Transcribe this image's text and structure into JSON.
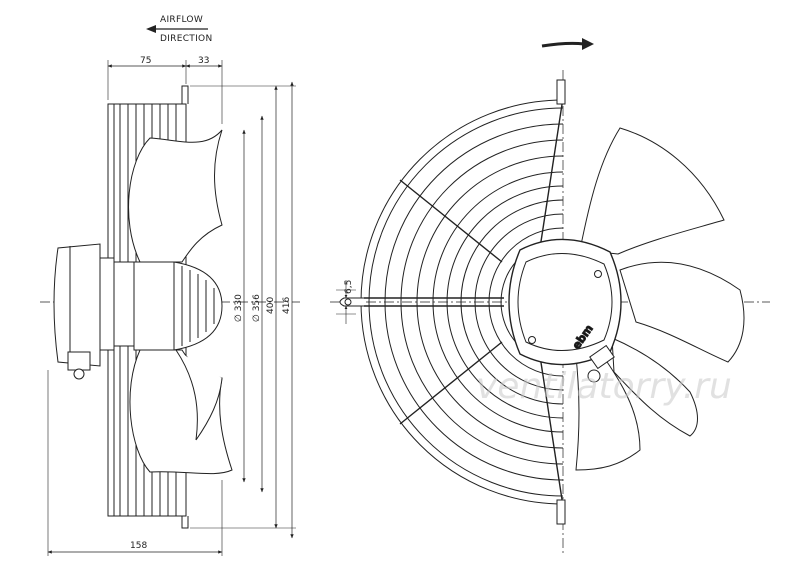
{
  "labels": {
    "airflow_line1": "AIRFLOW",
    "airflow_line2": "DIRECTION"
  },
  "dimensions": {
    "d75": "75",
    "d33": "33",
    "d158": "158",
    "d330": "∅ 330",
    "d356": "∅ 356",
    "d400": "400",
    "d416": "416",
    "d65": "6,5"
  },
  "brand_text": "ebm",
  "watermark": "ventilatorry.ru",
  "icons": {
    "airflow": "left-arrow-icon",
    "rotation": "right-arrow-icon"
  }
}
